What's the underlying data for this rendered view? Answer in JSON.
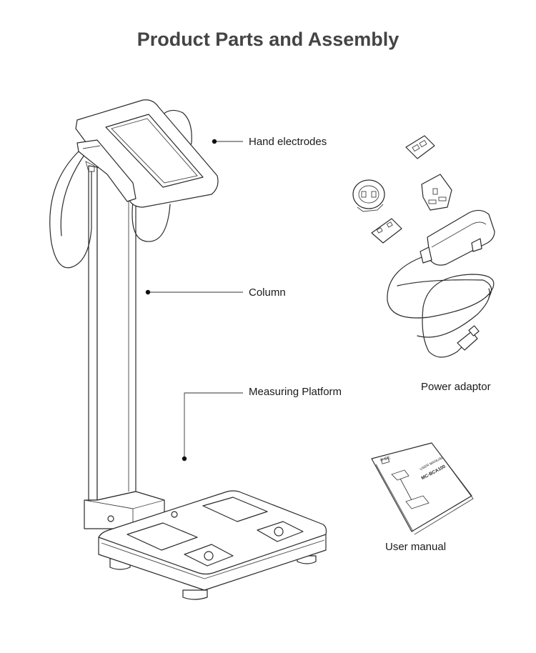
{
  "title": "Product Parts and Assembly",
  "labels": {
    "hand_electrodes": "Hand electrodes",
    "column": "Column",
    "measuring_platform": "Measuring Platform",
    "power_adaptor": "Power adaptor",
    "user_manual": "User manual"
  },
  "manual_cover": {
    "brand": "© CE",
    "model": "MC-BCA100",
    "subtitle": "USER MANUAL"
  },
  "colors": {
    "title": "#444444",
    "line": "#2b2b2b",
    "text": "#1a1a1a"
  }
}
